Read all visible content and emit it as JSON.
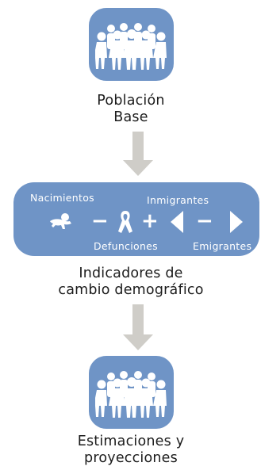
{
  "colors": {
    "tile": "#6f94c6",
    "arrow": "#cfcdc8",
    "icon": "#ffffff",
    "text": "#1c1c1c"
  },
  "top_node": {
    "icon": "people-group-icon",
    "caption_line1": "Población",
    "caption_line2": "Base"
  },
  "band": {
    "label_births": "Nacimientos",
    "label_immigrants": "Inmigrantes",
    "label_deaths": "Defunciones",
    "label_emigrants": "Emigrantes",
    "op_minus_1": "−",
    "op_plus": "+",
    "op_minus_2": "−",
    "icons": [
      "baby-crawling-icon",
      "ribbon-icon",
      "arrow-left-triangle-icon",
      "arrow-right-triangle-icon"
    ]
  },
  "middle_caption": {
    "line1": "Indicadores de",
    "line2": "cambio demográfico"
  },
  "bottom_node": {
    "icon": "people-group-icon",
    "caption_line1": "Estimaciones y",
    "caption_line2": "proyecciones"
  }
}
